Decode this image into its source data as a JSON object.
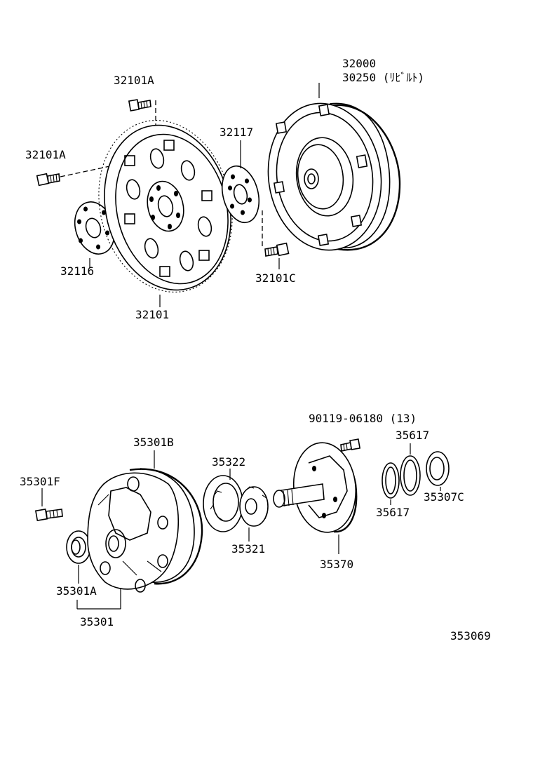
{
  "labels": {
    "p32101A_top": "32101A",
    "p32101A_left": "32101A",
    "p32117": "32117",
    "p32000": "32000",
    "p30250": "30250 (ﾘﾋﾞﾙﾄ)",
    "p32116": "32116",
    "p32101": "32101",
    "p32101C": "32101C",
    "p90119": "90119-06180 (13)",
    "p35617_top": "35617",
    "p35617_bottom": "35617",
    "p35307C": "35307C",
    "p35301B": "35301B",
    "p35322": "35322",
    "p35301F": "35301F",
    "p35321": "35321",
    "p35370": "35370",
    "p35301A": "35301A",
    "p35301": "35301",
    "diagram_code": "353069"
  }
}
